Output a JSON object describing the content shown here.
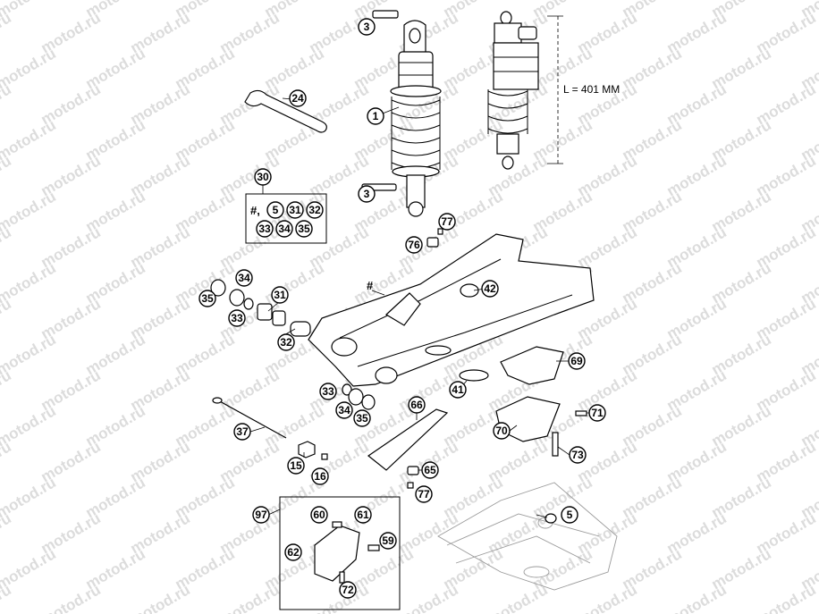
{
  "watermark": "motod.ru",
  "dimension_label": "L = 401 MM",
  "hash_marker": "#",
  "kit_box": {
    "row1": [
      "#,",
      "5",
      "31",
      "32"
    ],
    "row2": [
      "33",
      "34",
      "35"
    ]
  },
  "callouts": {
    "c3a": "3",
    "c3b": "3",
    "c1": "1",
    "c24": "24",
    "c30": "30",
    "c77a": "77",
    "c76": "76",
    "c34a": "34",
    "c35a": "35",
    "c31": "31",
    "c33a": "33",
    "c32": "32",
    "c42": "42",
    "c69": "69",
    "c41": "41",
    "c66": "66",
    "c33b": "33",
    "c34b": "34",
    "c35b": "35",
    "c71": "71",
    "c70": "70",
    "c73": "73",
    "c37": "37",
    "c15": "15",
    "c16": "16",
    "c65": "65",
    "c77b": "77",
    "c97": "97",
    "c60": "60",
    "c61": "61",
    "c59": "59",
    "c62": "62",
    "c72": "72",
    "c5": "5"
  }
}
